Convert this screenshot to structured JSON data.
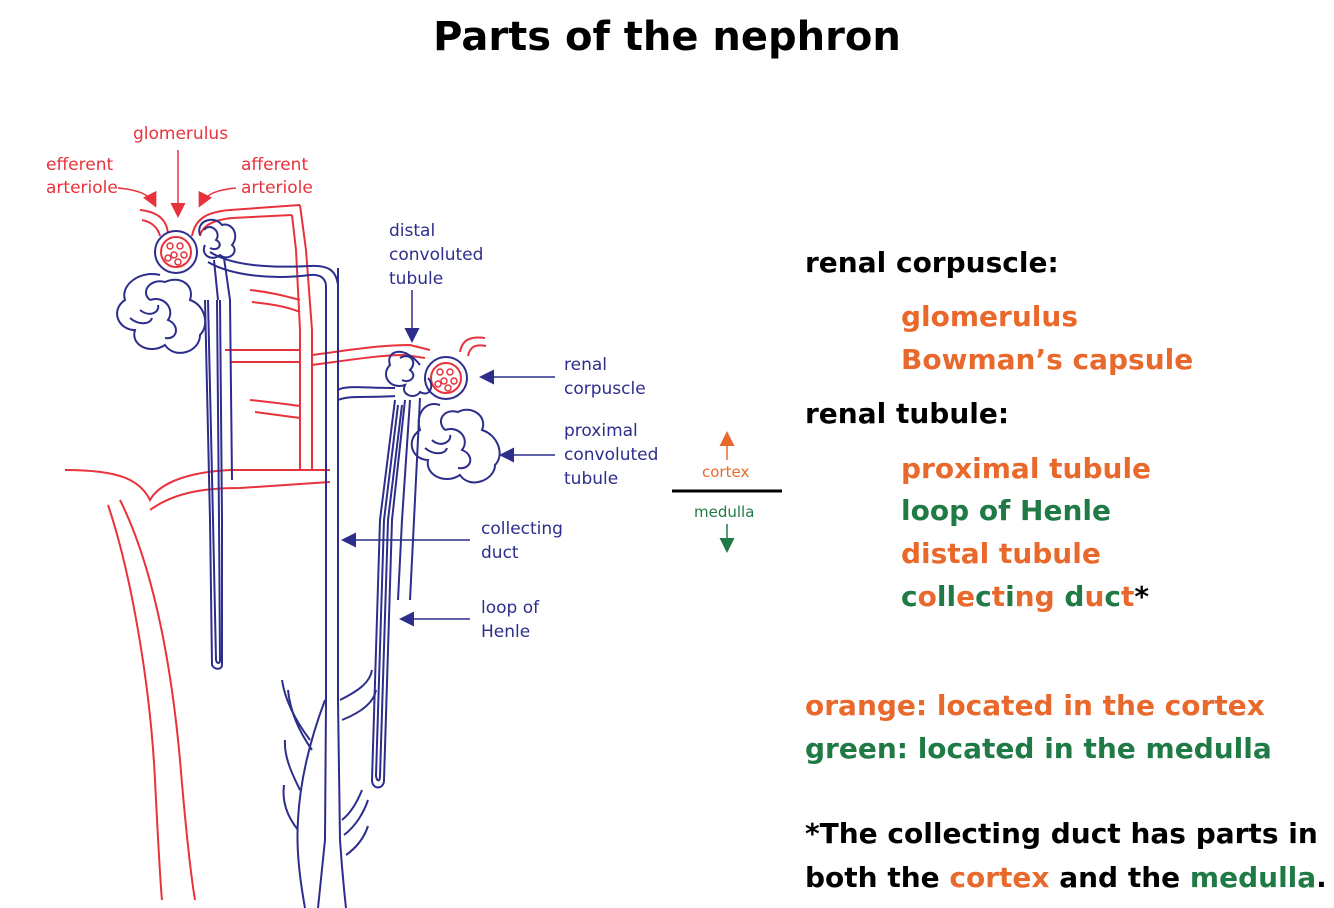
{
  "title": "Parts of the nephron",
  "diagram_labels": {
    "glomerulus": "glomerulus",
    "efferent_1": "efferent",
    "efferent_2": "arteriole",
    "afferent_1": "afferent",
    "afferent_2": "arteriole",
    "dct_1": "distal",
    "dct_2": "convoluted",
    "dct_3": "tubule",
    "rc_1": "renal",
    "rc_2": "corpuscle",
    "pct_1": "proximal",
    "pct_2": "convoluted",
    "pct_3": "tubule",
    "cd_1": "collecting",
    "cd_2": "duct",
    "loop_1": "loop of",
    "loop_2": "Henle",
    "cortex": "cortex",
    "medulla": "medulla"
  },
  "legend": {
    "renal_corpuscle": "renal corpuscle:",
    "glomerulus": "glomerulus",
    "bowmans": "Bowman’s capsule",
    "renal_tubule": "renal tubule:",
    "proximal": "proximal tubule",
    "loop": "loop of Henle",
    "distal": "distal tubule",
    "cd": {
      "p1": "c",
      "p2": "o",
      "p3": "ll",
      "p4": "e",
      "p5": "c",
      "p6": "t",
      "p7": "i",
      "p8": "ng",
      "p9": " d",
      "p10": "u",
      "p11": "c",
      "p12": "t",
      "star": "*"
    },
    "orange_line": "orange:  located in the cortex",
    "green_line": "green:  located in the medulla",
    "note1": "*The collecting duct has parts in",
    "note2_a": "both the ",
    "note2_b": "cortex",
    "note2_c": " and the ",
    "note2_d": "medulla",
    "note2_e": "."
  },
  "colors": {
    "red": "#e8323c",
    "blue": "#2d2d8c",
    "orange": "#e9692c",
    "green": "#1f7a45"
  }
}
